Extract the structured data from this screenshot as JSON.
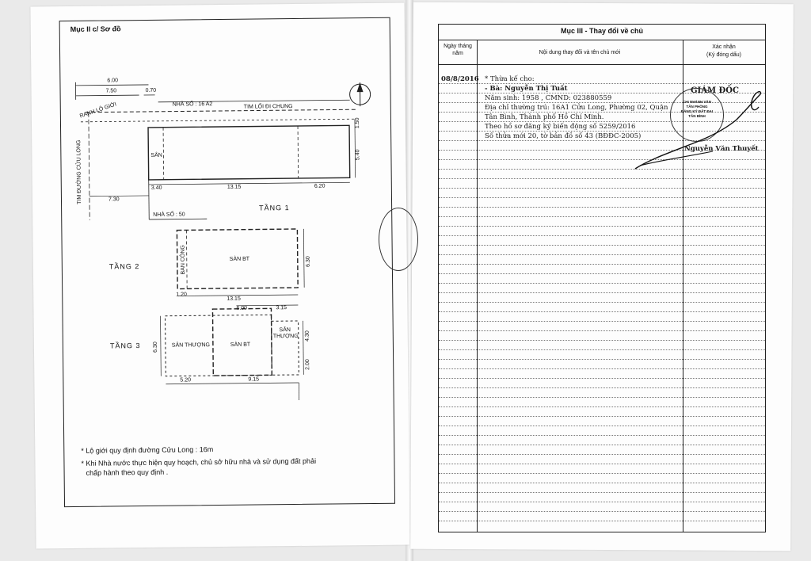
{
  "left": {
    "section_title": "Mục II c/ Sơ đồ",
    "dims_top": [
      "6.00",
      "7.50",
      "0.70"
    ],
    "house_no_top": "NHÀ SỐ : 16 A2",
    "common_path": "TIM LỐI ĐI CHUNG",
    "setback": "RANH LỘ GIỚI",
    "street": "TIM ĐƯỜNG CỬU LONG",
    "dim_150": "1.50",
    "dim_540": "5.40",
    "floor1": {
      "label": "TẦNG 1",
      "san": "SÂN",
      "dims": [
        "3.40",
        "13.15",
        "6.20"
      ],
      "left_dim": "7.30",
      "house_no": "NHÀ SỐ : 50"
    },
    "floor2": {
      "label": "TẦNG 2",
      "balcony": "BAN CÔNG",
      "floor": "SÀN BT",
      "side": "6.30",
      "dims": [
        "1.20",
        "13.15"
      ]
    },
    "floor3": {
      "label": "TẦNG 3",
      "roof_left": "SÂN THƯỢNG",
      "floor": "SÀN BT",
      "roof_right": "SÂN THƯỢNG",
      "top_dims": [
        "6.00",
        "3.15"
      ],
      "left_dim": "6.30",
      "right_dims": [
        "4.30",
        "2.00"
      ],
      "bottom_dims": [
        "5.20",
        "9.15"
      ]
    },
    "notes": [
      "* Lộ giới quy định đường Cửu Long : 16m",
      "* Khi Nhà nước thực hiện quy hoạch, chủ sở hữu nhà và sử dụng đất phải",
      "chấp hành theo quy định ."
    ]
  },
  "right": {
    "section_title": "Mục III - Thay đổi về chủ",
    "col_date": [
      "Ngày tháng",
      "năm"
    ],
    "col_content": "Nội dung thay đổi và tên chủ mới",
    "col_confirm": [
      "Xác nhận",
      "(Ký đóng dấu)"
    ],
    "entry": {
      "date": "08/8/2016",
      "lines": [
        "* Thừa kế cho:",
        "- Bà: Nguyễn Thị Tuất",
        "Năm sinh: 1958 , CMND: 023880559",
        "Địa chỉ thường trú: 16A1 Cửu Long, Phường 02, Quận",
        "Tân Bình, Thành phố Hồ Chí Minh.",
        "Theo hồ sơ đăng ký biến động số 5259/2016",
        "Số thửa mới 20, tờ bản đồ số 43 (BĐĐC-2005)"
      ]
    },
    "signer_title": "GIÁM ĐỐC",
    "signer_name": "Nguyễn Văn Thuyết",
    "stamp_text": [
      "CHI NHÁNH VĂN",
      "TÂN PHÒNG",
      "ĐĂNG KÝ ĐẤT ĐAI",
      "TÂN BÌNH"
    ]
  },
  "colors": {
    "ink": "#111111",
    "paper": "#fdfdfd",
    "rule": "#777777"
  }
}
